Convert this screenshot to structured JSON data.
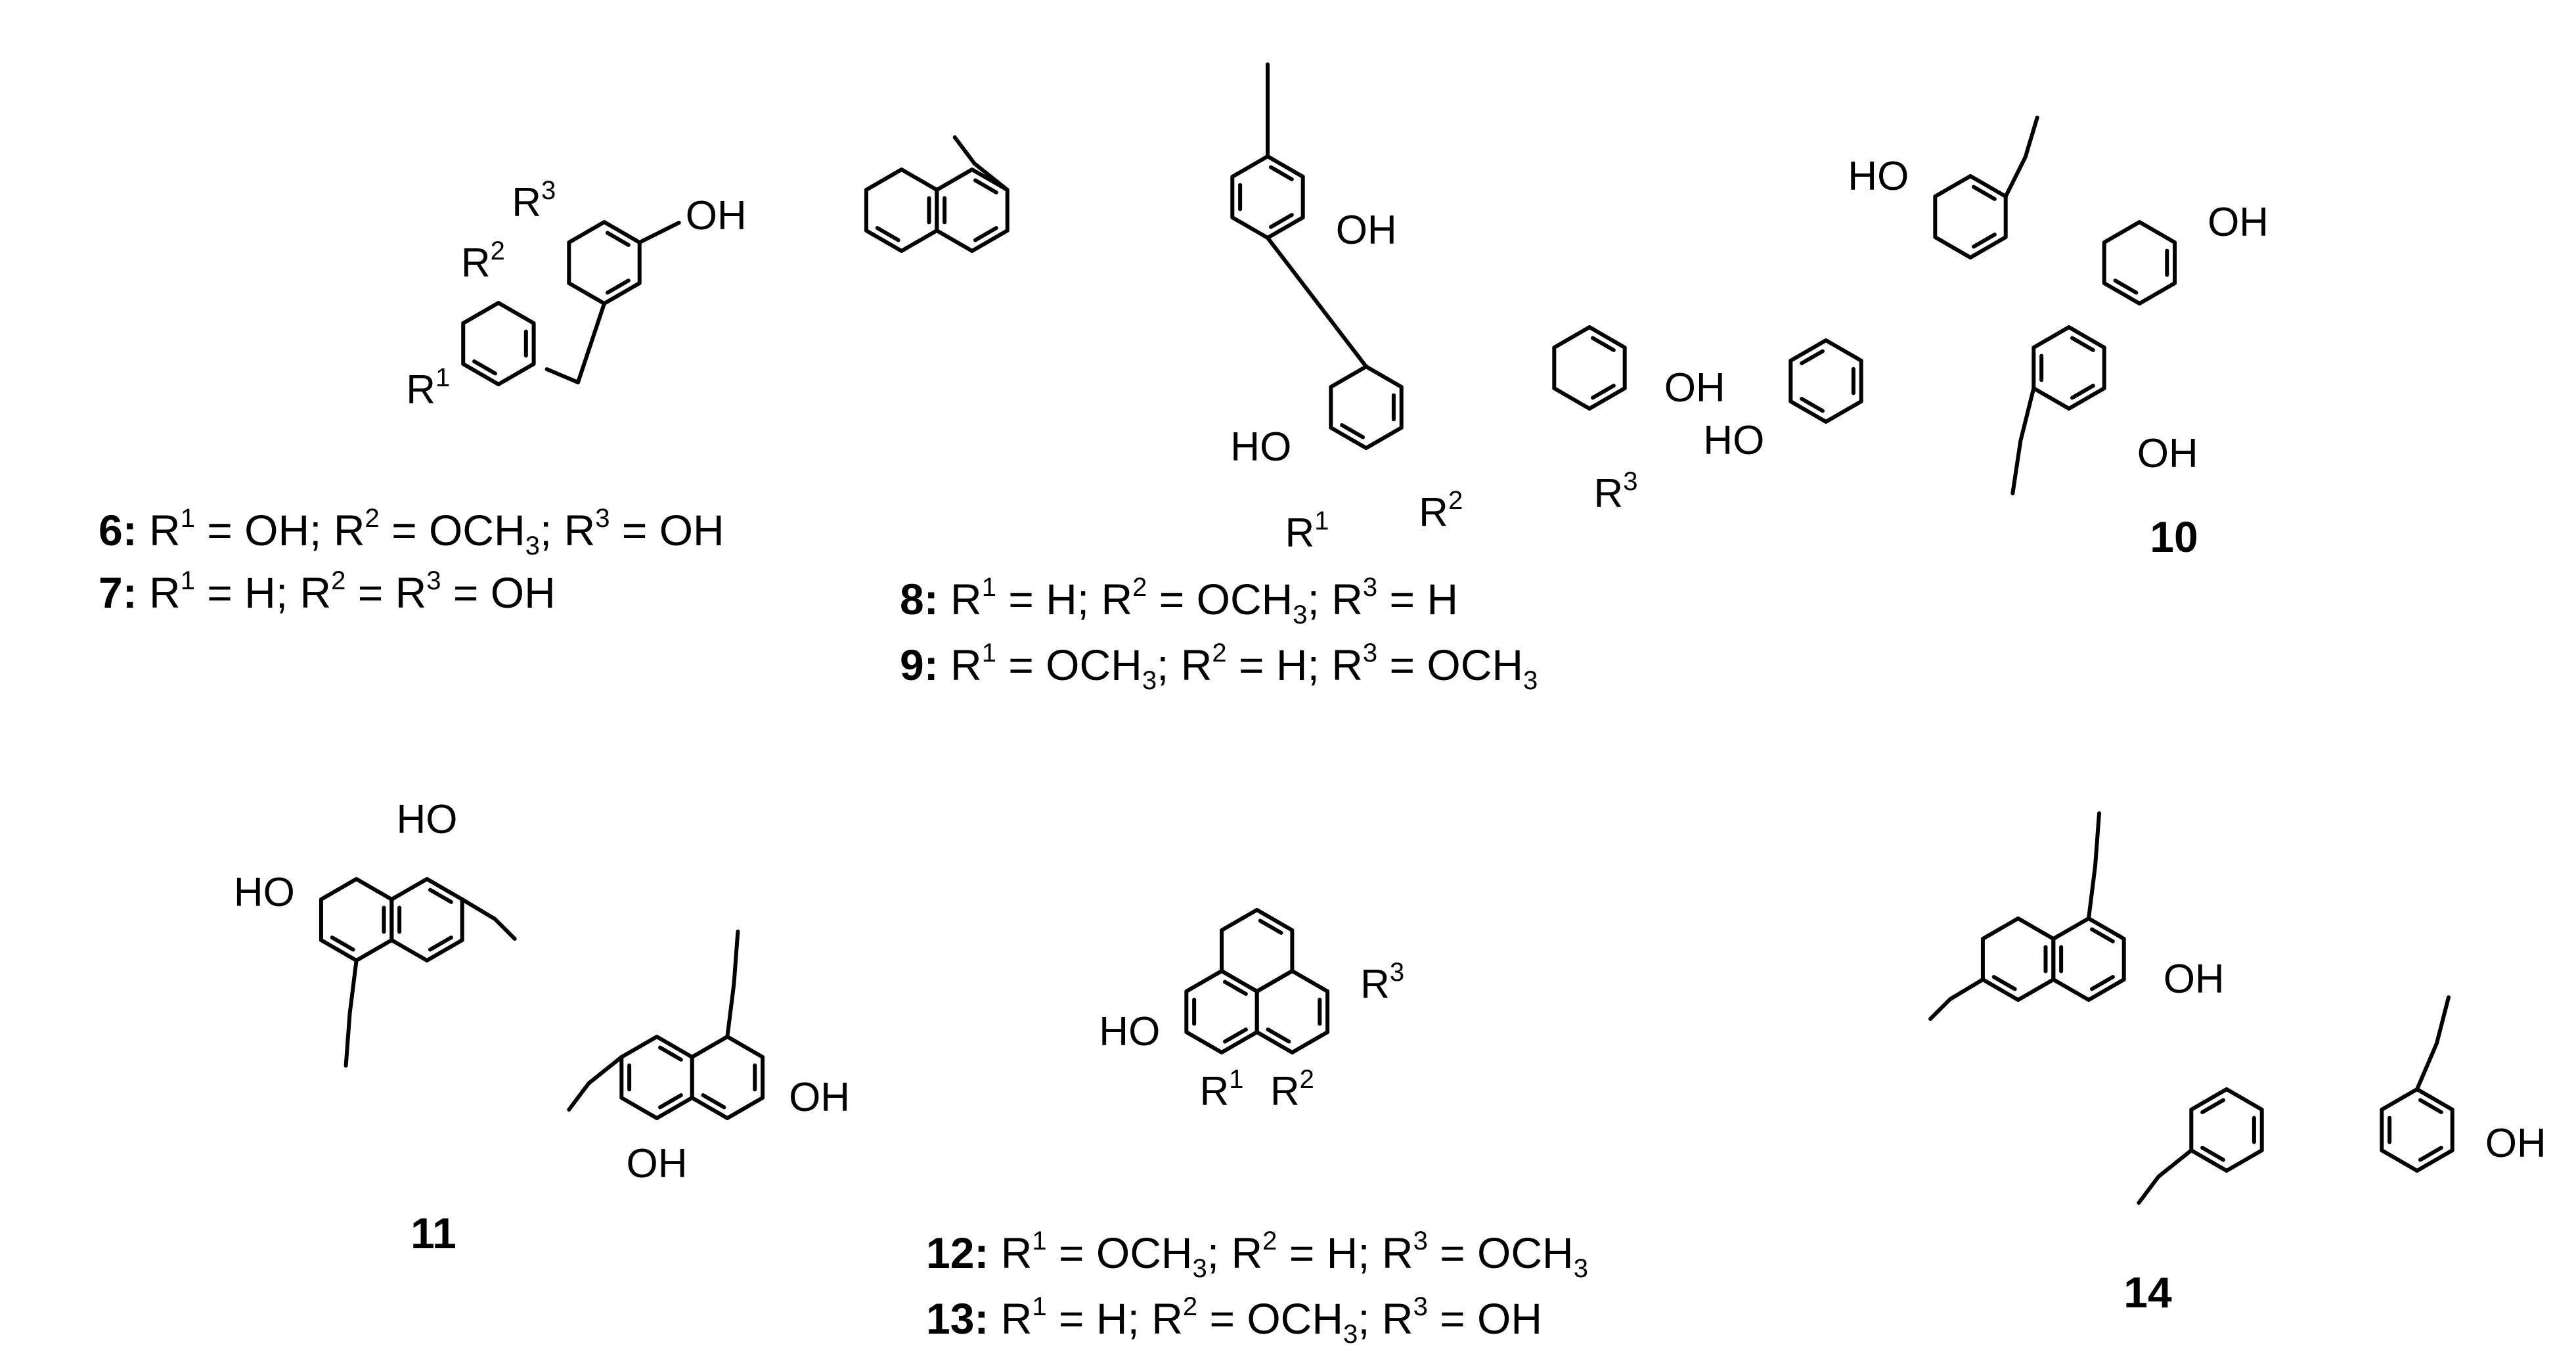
{
  "figure": {
    "compounds": [
      {
        "id": "6",
        "captions": [
          {
            "number": "6",
            "parts": [
              [
                "R",
                ""
              ],
              [
                "1",
                "sup"
              ],
              [
                " = OH; R",
                ""
              ],
              [
                "2",
                "sup"
              ],
              [
                " = OCH",
                ""
              ],
              [
                "3",
                "sub"
              ],
              [
                "; R",
                ""
              ],
              [
                "3",
                "sup"
              ],
              [
                " = OH",
                ""
              ]
            ]
          },
          {
            "number": "7",
            "parts": [
              [
                "R",
                ""
              ],
              [
                "1",
                "sup"
              ],
              [
                " = H; R",
                ""
              ],
              [
                "2",
                "sup"
              ],
              [
                " = R",
                ""
              ],
              [
                "3",
                "sup"
              ],
              [
                " = OH",
                ""
              ]
            ]
          }
        ],
        "atom_labels": [
          [
            "OH",
            ""
          ],
          [
            "R",
            "",
            "3",
            "sup"
          ],
          [
            "R",
            "",
            "2",
            "sup"
          ],
          [
            "R",
            "",
            "1",
            "sup"
          ]
        ]
      },
      {
        "id": "8",
        "captions": [
          {
            "number": "8",
            "parts": [
              [
                "R",
                ""
              ],
              [
                "1",
                "sup"
              ],
              [
                " = H; R",
                ""
              ],
              [
                "2",
                "sup"
              ],
              [
                " = OCH",
                ""
              ],
              [
                "3",
                "sub"
              ],
              [
                "; R",
                ""
              ],
              [
                "3",
                "sup"
              ],
              [
                " = H",
                ""
              ]
            ]
          },
          {
            "number": "9",
            "parts": [
              [
                "R",
                ""
              ],
              [
                "1",
                "sup"
              ],
              [
                " = OCH",
                ""
              ],
              [
                "3",
                "sub"
              ],
              [
                "; R",
                ""
              ],
              [
                "2",
                "sup"
              ],
              [
                " = H; R",
                ""
              ],
              [
                "3",
                "sup"
              ],
              [
                " = OCH",
                ""
              ],
              [
                "3",
                "sub"
              ]
            ]
          }
        ],
        "atom_labels": [
          [
            "OH",
            ""
          ],
          [
            "HO",
            ""
          ],
          [
            "OH",
            ""
          ],
          [
            "R",
            "",
            "1",
            "sup"
          ],
          [
            "R",
            "",
            "2",
            "sup"
          ],
          [
            "R",
            "",
            "3",
            "sup"
          ]
        ]
      },
      {
        "id": "10",
        "captions": [
          {
            "number": "10",
            "parts": []
          }
        ],
        "atom_labels": [
          [
            "HO",
            ""
          ],
          [
            "OH",
            ""
          ],
          [
            "HO",
            ""
          ],
          [
            "OH",
            ""
          ]
        ]
      },
      {
        "id": "11",
        "captions": [
          {
            "number": "11",
            "parts": []
          }
        ],
        "atom_labels": [
          [
            "HO",
            ""
          ],
          [
            "HO",
            ""
          ],
          [
            "OH",
            ""
          ],
          [
            "OH",
            ""
          ]
        ]
      },
      {
        "id": "12",
        "captions": [
          {
            "number": "12",
            "parts": [
              [
                "R",
                ""
              ],
              [
                "1",
                "sup"
              ],
              [
                " = OCH",
                ""
              ],
              [
                "3",
                "sub"
              ],
              [
                "; R",
                ""
              ],
              [
                "2",
                "sup"
              ],
              [
                " = H; R",
                ""
              ],
              [
                "3",
                "sup"
              ],
              [
                " = OCH",
                ""
              ],
              [
                "3",
                "sub"
              ]
            ]
          },
          {
            "number": "13",
            "parts": [
              [
                "R",
                ""
              ],
              [
                "1",
                "sup"
              ],
              [
                " = H; R",
                ""
              ],
              [
                "2",
                "sup"
              ],
              [
                " = OCH",
                ""
              ],
              [
                "3",
                "sub"
              ],
              [
                "; R",
                ""
              ],
              [
                "3",
                "sup"
              ],
              [
                " = OH",
                ""
              ]
            ]
          }
        ],
        "atom_labels": [
          [
            "HO",
            ""
          ],
          [
            "R",
            "",
            "3",
            "sup"
          ],
          [
            "R",
            "",
            "1",
            "sup"
          ],
          [
            "R",
            "",
            "2",
            "sup"
          ]
        ]
      },
      {
        "id": "14",
        "captions": [
          {
            "number": "14",
            "parts": []
          }
        ],
        "atom_labels": [
          [
            "OH",
            ""
          ],
          [
            "OH",
            ""
          ]
        ]
      }
    ]
  }
}
